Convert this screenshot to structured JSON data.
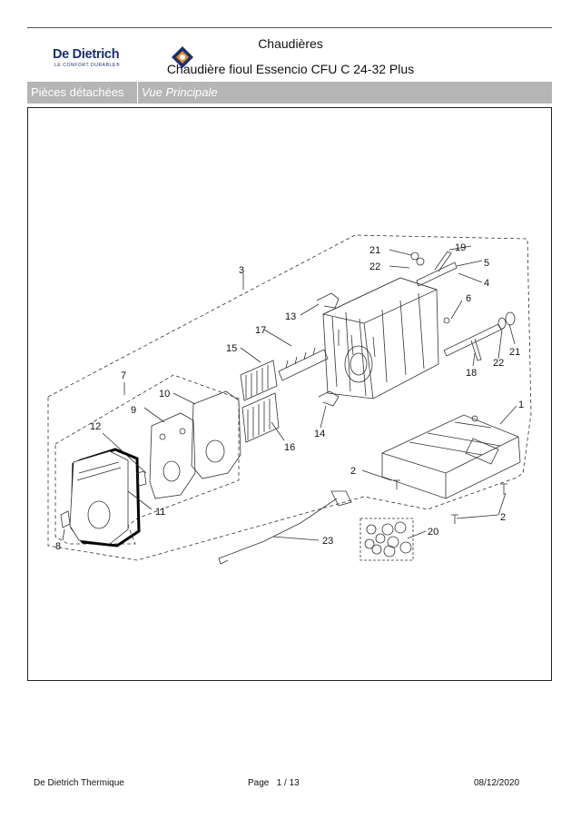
{
  "header": {
    "brand": "De Dietrich",
    "brand_tagline": "LE CONFORT DURABLE®",
    "title": "Chaudières",
    "subtitle": "Chaudière fioul Essencio CFU C 24-32 Plus"
  },
  "section": {
    "label": "Pièces détachées",
    "view": "Vue Principale"
  },
  "diagram": {
    "callouts": [
      "21",
      "19",
      "22",
      "5",
      "4",
      "3",
      "13",
      "6",
      "17",
      "15",
      "21",
      "22",
      "18",
      "7",
      "10",
      "9",
      "14",
      "16",
      "1",
      "12",
      "2",
      "11",
      "2",
      "8",
      "23",
      "20"
    ]
  },
  "footer": {
    "company": "De Dietrich Thermique",
    "page_label": "Page",
    "page_number": "1",
    "page_sep": "/",
    "page_total": "13",
    "date": "08/12/2020"
  },
  "colors": {
    "brand_blue": "#1b2f6b",
    "brand_orange": "#e9892a",
    "section_bar": "#b5b5b5"
  }
}
